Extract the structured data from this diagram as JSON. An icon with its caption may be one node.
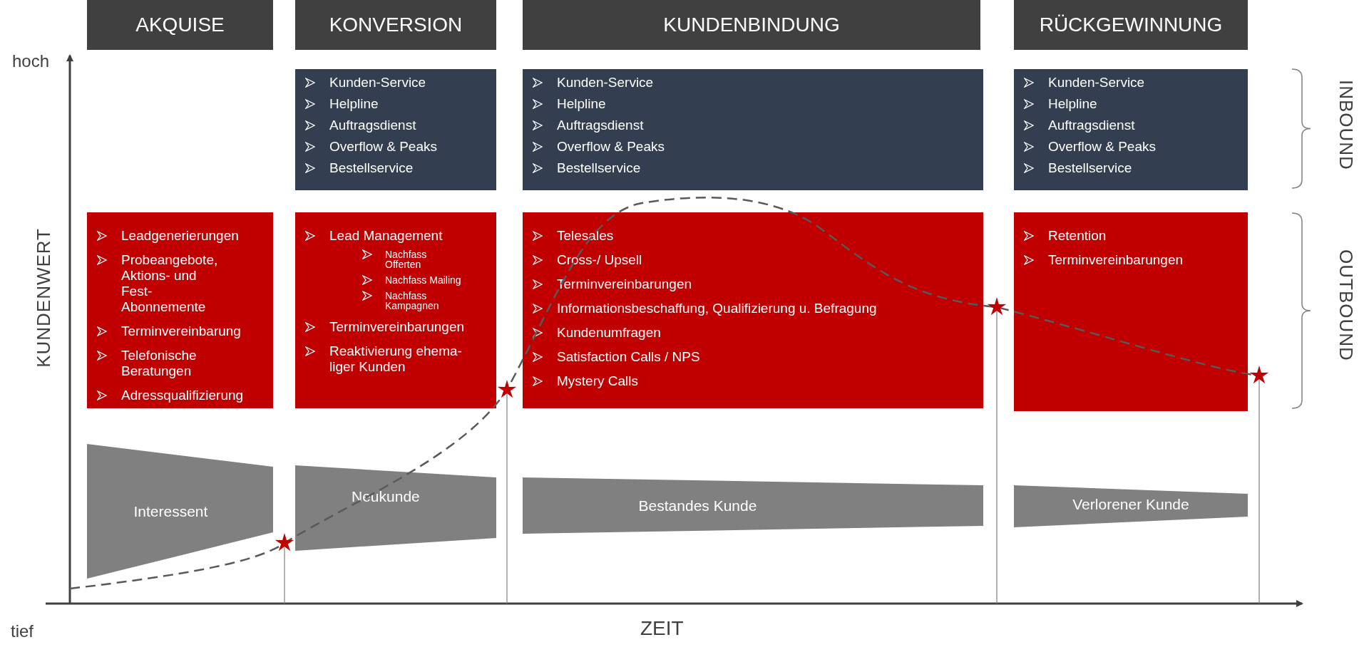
{
  "diagram": {
    "nodes": [
      {
        "text": [
          "AKQUISE"
        ]
      },
      {
        "text": [
          "KONVERSION"
        ]
      },
      {
        "text": [
          "KUNDENBINDUNG"
        ]
      },
      {
        "text": [
          "RÜCKGEWINNUNG"
        ]
      },
      {
        "text": [
          "Kunden-Service",
          "Helpline",
          "Auftragsdienst",
          "Overflow & Peaks",
          "Bestellservice"
        ]
      },
      {
        "text": [
          "Kunden-Service",
          "Helpline",
          "Auftragsdienst",
          "Overflow & Peaks",
          "Bestellservice"
        ]
      },
      {
        "text": [
          "Kunden-Service",
          "Helpline",
          "Auftragsdienst",
          "Overflow & Peaks",
          "Bestellservice"
        ]
      },
      {
        "text": [
          "Leadgenerierungen",
          "Probeangebote, Aktions- und Fest-Abonnemente",
          "Terminvereinbarung",
          "Telefonische Beratungen",
          "Adressqualifizierung"
        ]
      },
      {
        "text": [
          "Lead Management",
          "Nachfass Offerten",
          "Nachfass Mailing",
          "Nachfass Kampagnen",
          "Terminvereinbarungen",
          "Reaktivierung ehema-liger Kunden"
        ]
      },
      {
        "text": [
          "Telesales",
          "Cross-/ Upsell",
          "Terminvereinbarungen",
          "Informationsbeschaffung, Qualifizierung u. Befragung",
          "Kundenumfragen",
          "Satisfaction Calls / NPS",
          "Mystery Calls"
        ]
      },
      {
        "text": [
          "Retention",
          "Terminvereinbarungen"
        ]
      },
      {
        "text": [
          "Interessent"
        ]
      },
      {
        "text": [
          "Neukunde"
        ]
      },
      {
        "text": [
          "Bestandes Kunde"
        ]
      },
      {
        "text": [
          "Verlorener Kunde"
        ]
      }
    ],
    "edges": [],
    "labels": [
      "hoch",
      "KUNDENWERT",
      "tief",
      "ZEIT",
      "INBOUND",
      "OUTBOUND"
    ]
  }
}
